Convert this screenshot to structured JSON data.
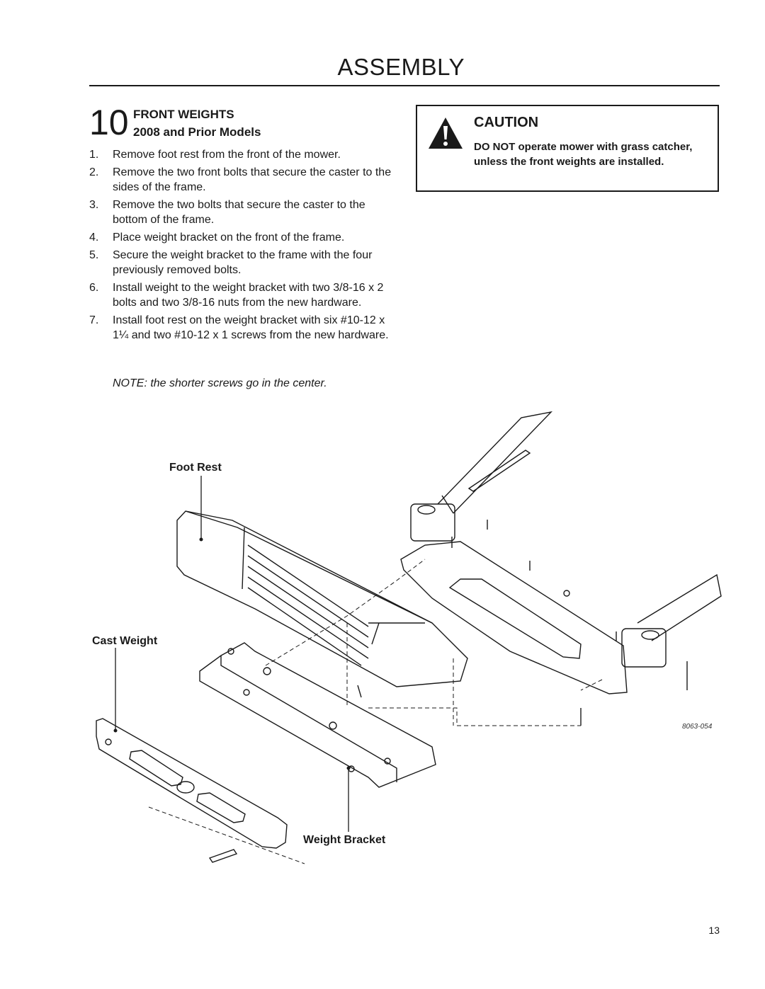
{
  "header": {
    "title": "ASSEMBLY"
  },
  "section": {
    "number": "10",
    "title": "FRONT WEIGHTS",
    "subtitle": "2008 and Prior Models",
    "steps": [
      {
        "num": "1.",
        "text": "Remove foot rest from the front of the mower."
      },
      {
        "num": "2.",
        "text": "Remove the two front bolts that secure the caster to the sides of the frame."
      },
      {
        "num": "3.",
        "text": "Remove the two bolts that secure the caster to the bottom of the frame."
      },
      {
        "num": "4.",
        "text": "Place weight bracket on the front of the frame."
      },
      {
        "num": "5.",
        "text": "Secure the weight bracket to the frame with the four previously removed bolts."
      },
      {
        "num": "6.",
        "text": "Install weight to the weight bracket with two 3/8-16 x 2 bolts and two 3/8-16 nuts from the new hardware."
      },
      {
        "num": "7.",
        "text": "Install foot rest on the weight bracket with six #10-12 x 1¼ and two #10-12 x 1 screws from the new hardware."
      }
    ],
    "note": "NOTE: the shorter screws go in the center."
  },
  "caution": {
    "icon": "warning-triangle-icon",
    "title": "CAUTION",
    "text": "DO NOT operate mower with grass catcher, unless the front weights are installed."
  },
  "figure": {
    "labels": {
      "foot_rest": "Foot Rest",
      "cast_weight": "Cast Weight",
      "weight_bracket": "Weight Bracket"
    },
    "id": "8063-054"
  },
  "page": {
    "number": "13"
  }
}
